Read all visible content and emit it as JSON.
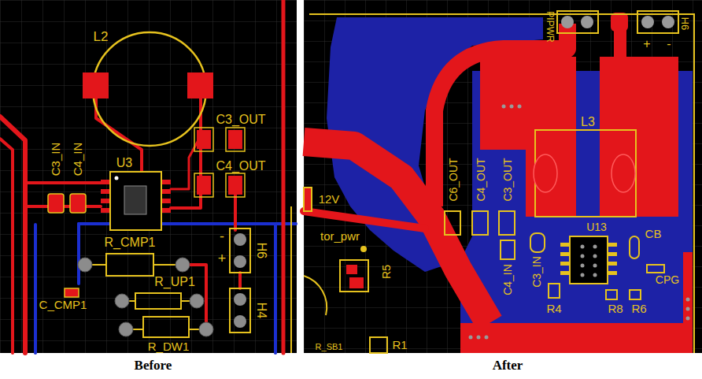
{
  "diagram": {
    "nodes": [
      {
        "text": [
          "Before"
        ]
      },
      {
        "text": [
          "After"
        ]
      }
    ],
    "labels": [
      "L2",
      "C3_OUT",
      "C4_OUT",
      "C3_IN",
      "C4_IN",
      "U3",
      "R_CMP1",
      "C_CMP1",
      "R_UP1",
      "R_DW1",
      "-",
      "+",
      "H6",
      "H4",
      "PIPWR",
      "H6",
      "+",
      "-",
      "L3",
      "C6_OUT",
      "C4_OUT",
      "C3_OUT",
      "12V",
      "tor_pwr",
      "U13",
      "CB",
      "CPG",
      "C3_IN",
      "C4_IN",
      "R4",
      "R8",
      "R6",
      "R5",
      "R_SB1",
      "R1"
    ]
  }
}
